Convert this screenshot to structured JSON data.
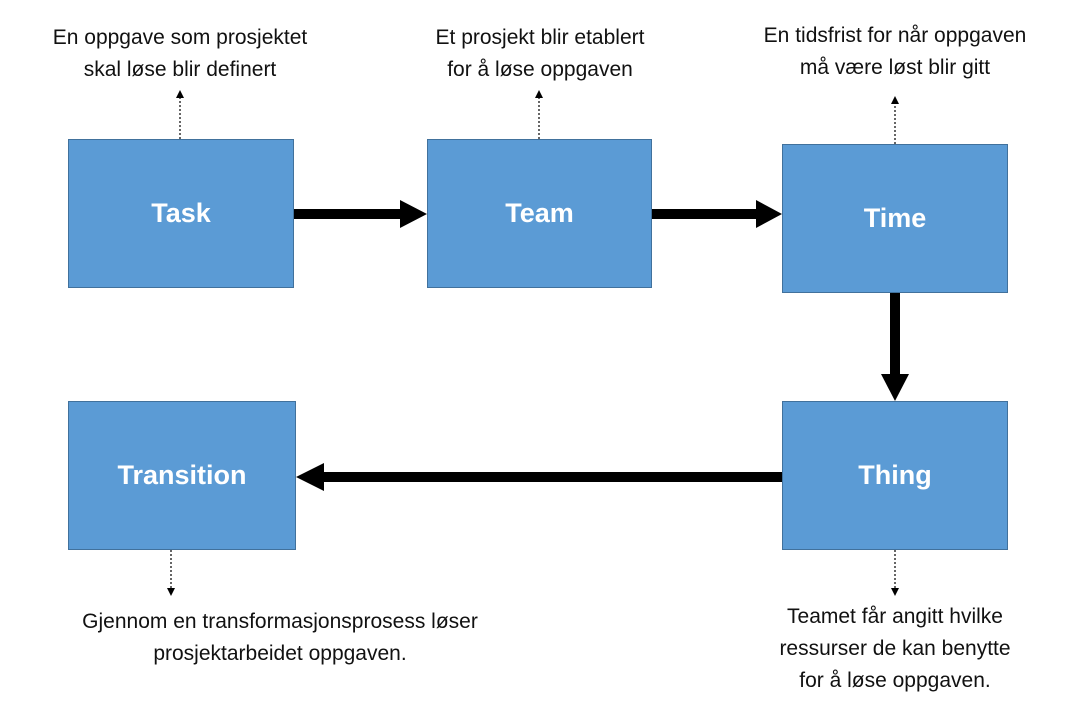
{
  "diagram": {
    "boxes": {
      "task": "Task",
      "team": "Team",
      "time": "Time",
      "thing": "Thing",
      "transition": "Transition"
    },
    "notes": {
      "task": [
        "En oppgave som prosjektet",
        "skal løse blir definert"
      ],
      "team": [
        "Et prosjekt blir etablert",
        "for å løse oppgaven"
      ],
      "time": [
        "En tidsfrist for når oppgaven",
        "må være løst blir gitt"
      ],
      "transition": [
        "Gjennom en transformasjonsprosess løser",
        "prosjektarbeidet oppgaven."
      ],
      "thing": [
        "Teamet får angitt hvilke",
        "ressurser de kan benytte",
        "for å løse oppgaven."
      ]
    },
    "colors": {
      "box_fill": "#5b9bd5",
      "box_border": "#41719c",
      "box_text": "#ffffff",
      "arrow": "#000000"
    }
  }
}
